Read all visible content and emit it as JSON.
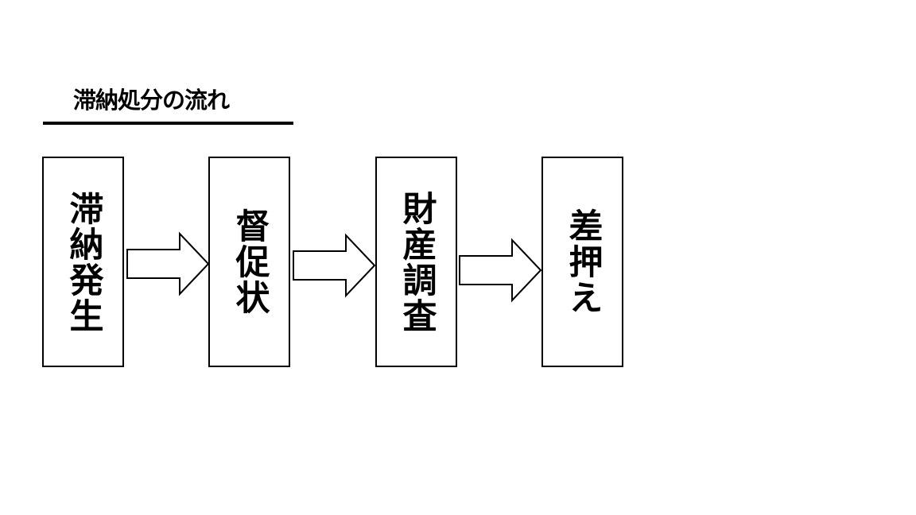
{
  "title": "滞納処分の流れ",
  "steps": [
    {
      "label": "滞納発生"
    },
    {
      "label": "督促状"
    },
    {
      "label": "財産調査"
    },
    {
      "label": "差押え"
    }
  ]
}
